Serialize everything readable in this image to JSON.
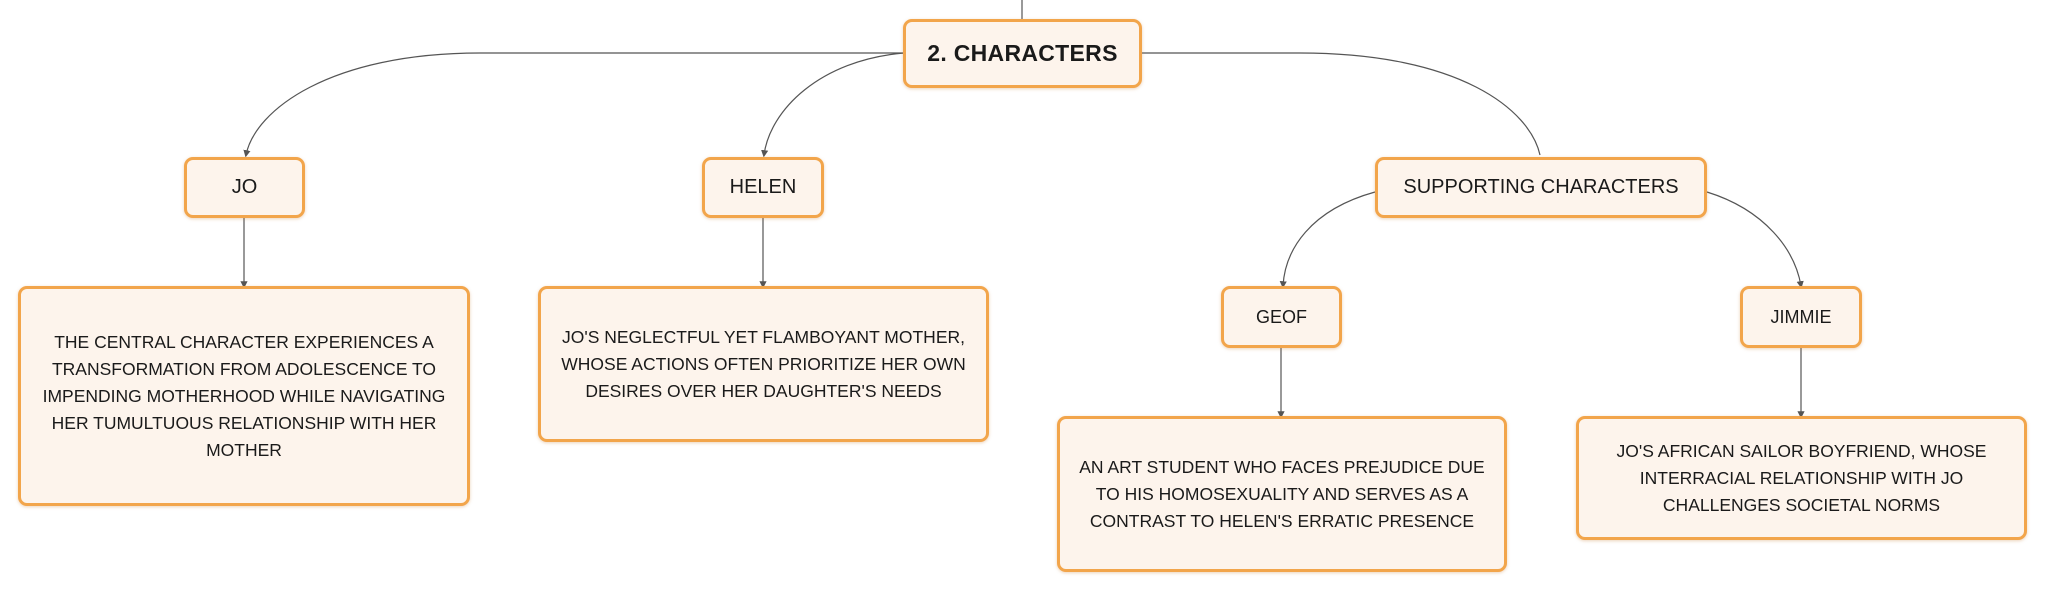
{
  "root": {
    "label": "2. CHARACTERS"
  },
  "characters": [
    {
      "name": "JO",
      "description": "THE CENTRAL CHARACTER EXPERIENCES A TRANSFORMATION FROM ADOLESCENCE TO IMPENDING MOTHERHOOD WHILE NAVIGATING HER TUMULTUOUS RELATIONSHIP WITH HER MOTHER"
    },
    {
      "name": "HELEN",
      "description": "JO'S NEGLECTFUL YET FLAMBOYANT MOTHER, WHOSE ACTIONS OFTEN PRIORITIZE HER OWN DESIRES OVER HER DAUGHTER'S NEEDS"
    }
  ],
  "supporting": {
    "label": "SUPPORTING CHARACTERS",
    "members": [
      {
        "name": "GEOF",
        "description": "AN ART STUDENT WHO FACES PREJUDICE DUE TO HIS HOMOSEXUALITY AND SERVES AS A CONTRAST TO HELEN'S ERRATIC PRESENCE"
      },
      {
        "name": "JIMMIE",
        "description": "JO'S AFRICAN SAILOR BOYFRIEND, WHOSE INTERRACIAL RELATIONSHIP WITH JO CHALLENGES SOCIETAL NORMS"
      }
    ]
  },
  "colors": {
    "node_border": "#f2a54b",
    "node_fill": "#fdf4ec",
    "connector": "#555555"
  }
}
